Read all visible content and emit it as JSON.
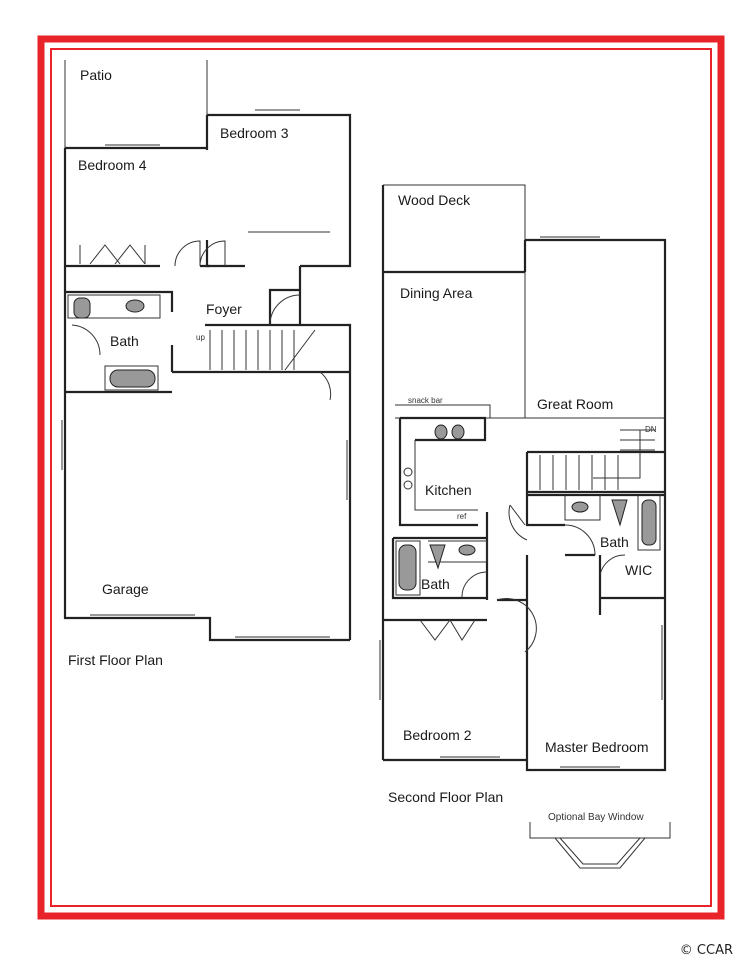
{
  "first_floor": {
    "title": "First Floor Plan",
    "rooms": {
      "patio": "Patio",
      "bedroom3": "Bedroom 3",
      "bedroom4": "Bedroom 4",
      "foyer": "Foyer",
      "bath": "Bath",
      "garage": "Garage"
    },
    "stair_label": "up"
  },
  "second_floor": {
    "title": "Second Floor Plan",
    "rooms": {
      "wood_deck": "Wood Deck",
      "dining": "Dining Area",
      "great_room": "Great Room",
      "kitchen": "Kitchen",
      "bath_hall": "Bath",
      "bath_master": "Bath",
      "wic": "WIC",
      "bedroom2": "Bedroom 2",
      "master": "Master Bedroom"
    },
    "snack_bar": "snack bar",
    "ref": "ref",
    "stair_label": "DN"
  },
  "bay_window": "Optional Bay Window",
  "copyright": "© CCAR",
  "colors": {
    "border": "#e8232a"
  }
}
